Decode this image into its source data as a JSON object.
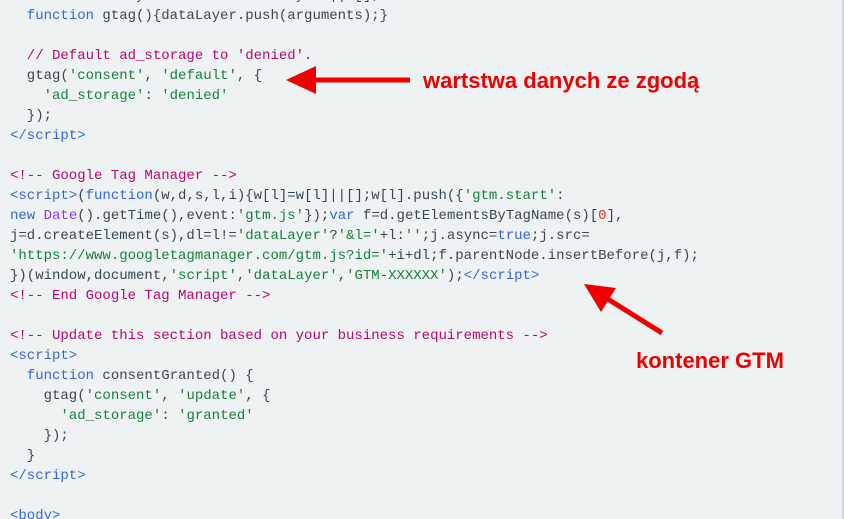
{
  "code_lines": [
    [
      [
        "t-fn",
        "  window.dataLayer = window.dataLayer || [];"
      ]
    ],
    [
      [
        "t-kw",
        "  function"
      ],
      [
        "t-fn",
        " gtag(){dataLayer.push(arguments);}"
      ]
    ],
    [],
    [
      [
        "t-com",
        "  // Default ad_storage to 'denied'."
      ]
    ],
    [
      [
        "t-fn",
        "  gtag("
      ],
      [
        "t-str",
        "'consent'"
      ],
      [
        "t-fn",
        ", "
      ],
      [
        "t-str",
        "'default'"
      ],
      [
        "t-fn",
        ", {"
      ]
    ],
    [
      [
        "t-fn",
        "    "
      ],
      [
        "t-str",
        "'ad_storage'"
      ],
      [
        "t-fn",
        ": "
      ],
      [
        "t-str",
        "'denied'"
      ]
    ],
    [
      [
        "t-fn",
        "  });"
      ]
    ],
    [
      [
        "t-tag",
        "</script>"
      ]
    ],
    [],
    [
      [
        "t-com",
        "<!-- Google Tag Manager -->"
      ]
    ],
    [
      [
        "t-tag",
        "<script>"
      ],
      [
        "t-fn",
        "("
      ],
      [
        "t-kw",
        "function"
      ],
      [
        "t-fn",
        "(w,d,s,l,i){w[l]=w[l]||[];w[l].push({"
      ],
      [
        "t-str",
        "'gtm.start'"
      ],
      [
        "t-fn",
        ":"
      ]
    ],
    [
      [
        "t-kw",
        "new"
      ],
      [
        "t-fn",
        " "
      ],
      [
        "t-new",
        "Date"
      ],
      [
        "t-fn",
        "().getTime(),event:"
      ],
      [
        "t-str",
        "'gtm.js'"
      ],
      [
        "t-fn",
        "});"
      ],
      [
        "t-kw",
        "var"
      ],
      [
        "t-fn",
        " f=d.getElementsByTagName(s)["
      ],
      [
        "t-num",
        "0"
      ],
      [
        "t-fn",
        "],"
      ]
    ],
    [
      [
        "t-fn",
        "j=d.createElement(s),dl=l!="
      ],
      [
        "t-str",
        "'dataLayer'"
      ],
      [
        "t-fn",
        "?"
      ],
      [
        "t-str",
        "'&l='"
      ],
      [
        "t-fn",
        "+l:"
      ],
      [
        "t-str",
        "''"
      ],
      [
        "t-fn",
        ";j.async="
      ],
      [
        "t-kw",
        "true"
      ],
      [
        "t-fn",
        ";j.src="
      ]
    ],
    [
      [
        "t-str",
        "'https://www.googletagmanager.com/gtm.js?id='"
      ],
      [
        "t-fn",
        "+i+dl;f.parentNode.insertBefore(j,f);"
      ]
    ],
    [
      [
        "t-fn",
        "})(window,document,"
      ],
      [
        "t-str",
        "'script'"
      ],
      [
        "t-fn",
        ","
      ],
      [
        "t-str",
        "'dataLayer'"
      ],
      [
        "t-fn",
        ","
      ],
      [
        "t-str",
        "'GTM-XXXXXX'"
      ],
      [
        "t-fn",
        ");"
      ],
      [
        "t-tag",
        "</script>"
      ]
    ],
    [
      [
        "t-com",
        "<!-- End Google Tag Manager -->"
      ]
    ],
    [],
    [
      [
        "t-com",
        "<!-- Update this section based on your business requirements -->"
      ]
    ],
    [
      [
        "t-tag",
        "<script>"
      ]
    ],
    [
      [
        "t-kw",
        "  function"
      ],
      [
        "t-fn",
        " consentGranted() {"
      ]
    ],
    [
      [
        "t-fn",
        "    gtag("
      ],
      [
        "t-str",
        "'consent'"
      ],
      [
        "t-fn",
        ", "
      ],
      [
        "t-str",
        "'update'"
      ],
      [
        "t-fn",
        ", {"
      ]
    ],
    [
      [
        "t-fn",
        "      "
      ],
      [
        "t-str",
        "'ad_storage'"
      ],
      [
        "t-fn",
        ": "
      ],
      [
        "t-str",
        "'granted'"
      ]
    ],
    [
      [
        "t-fn",
        "    });"
      ]
    ],
    [
      [
        "t-fn",
        "  }"
      ]
    ],
    [
      [
        "t-tag",
        "</script>"
      ]
    ],
    [],
    [
      [
        "t-tag",
        "<body>"
      ]
    ]
  ],
  "annotations": {
    "consent_layer": "wartstwa danych ze zgodą",
    "gtm_container": "kontener GTM",
    "color": "#ee0000"
  }
}
